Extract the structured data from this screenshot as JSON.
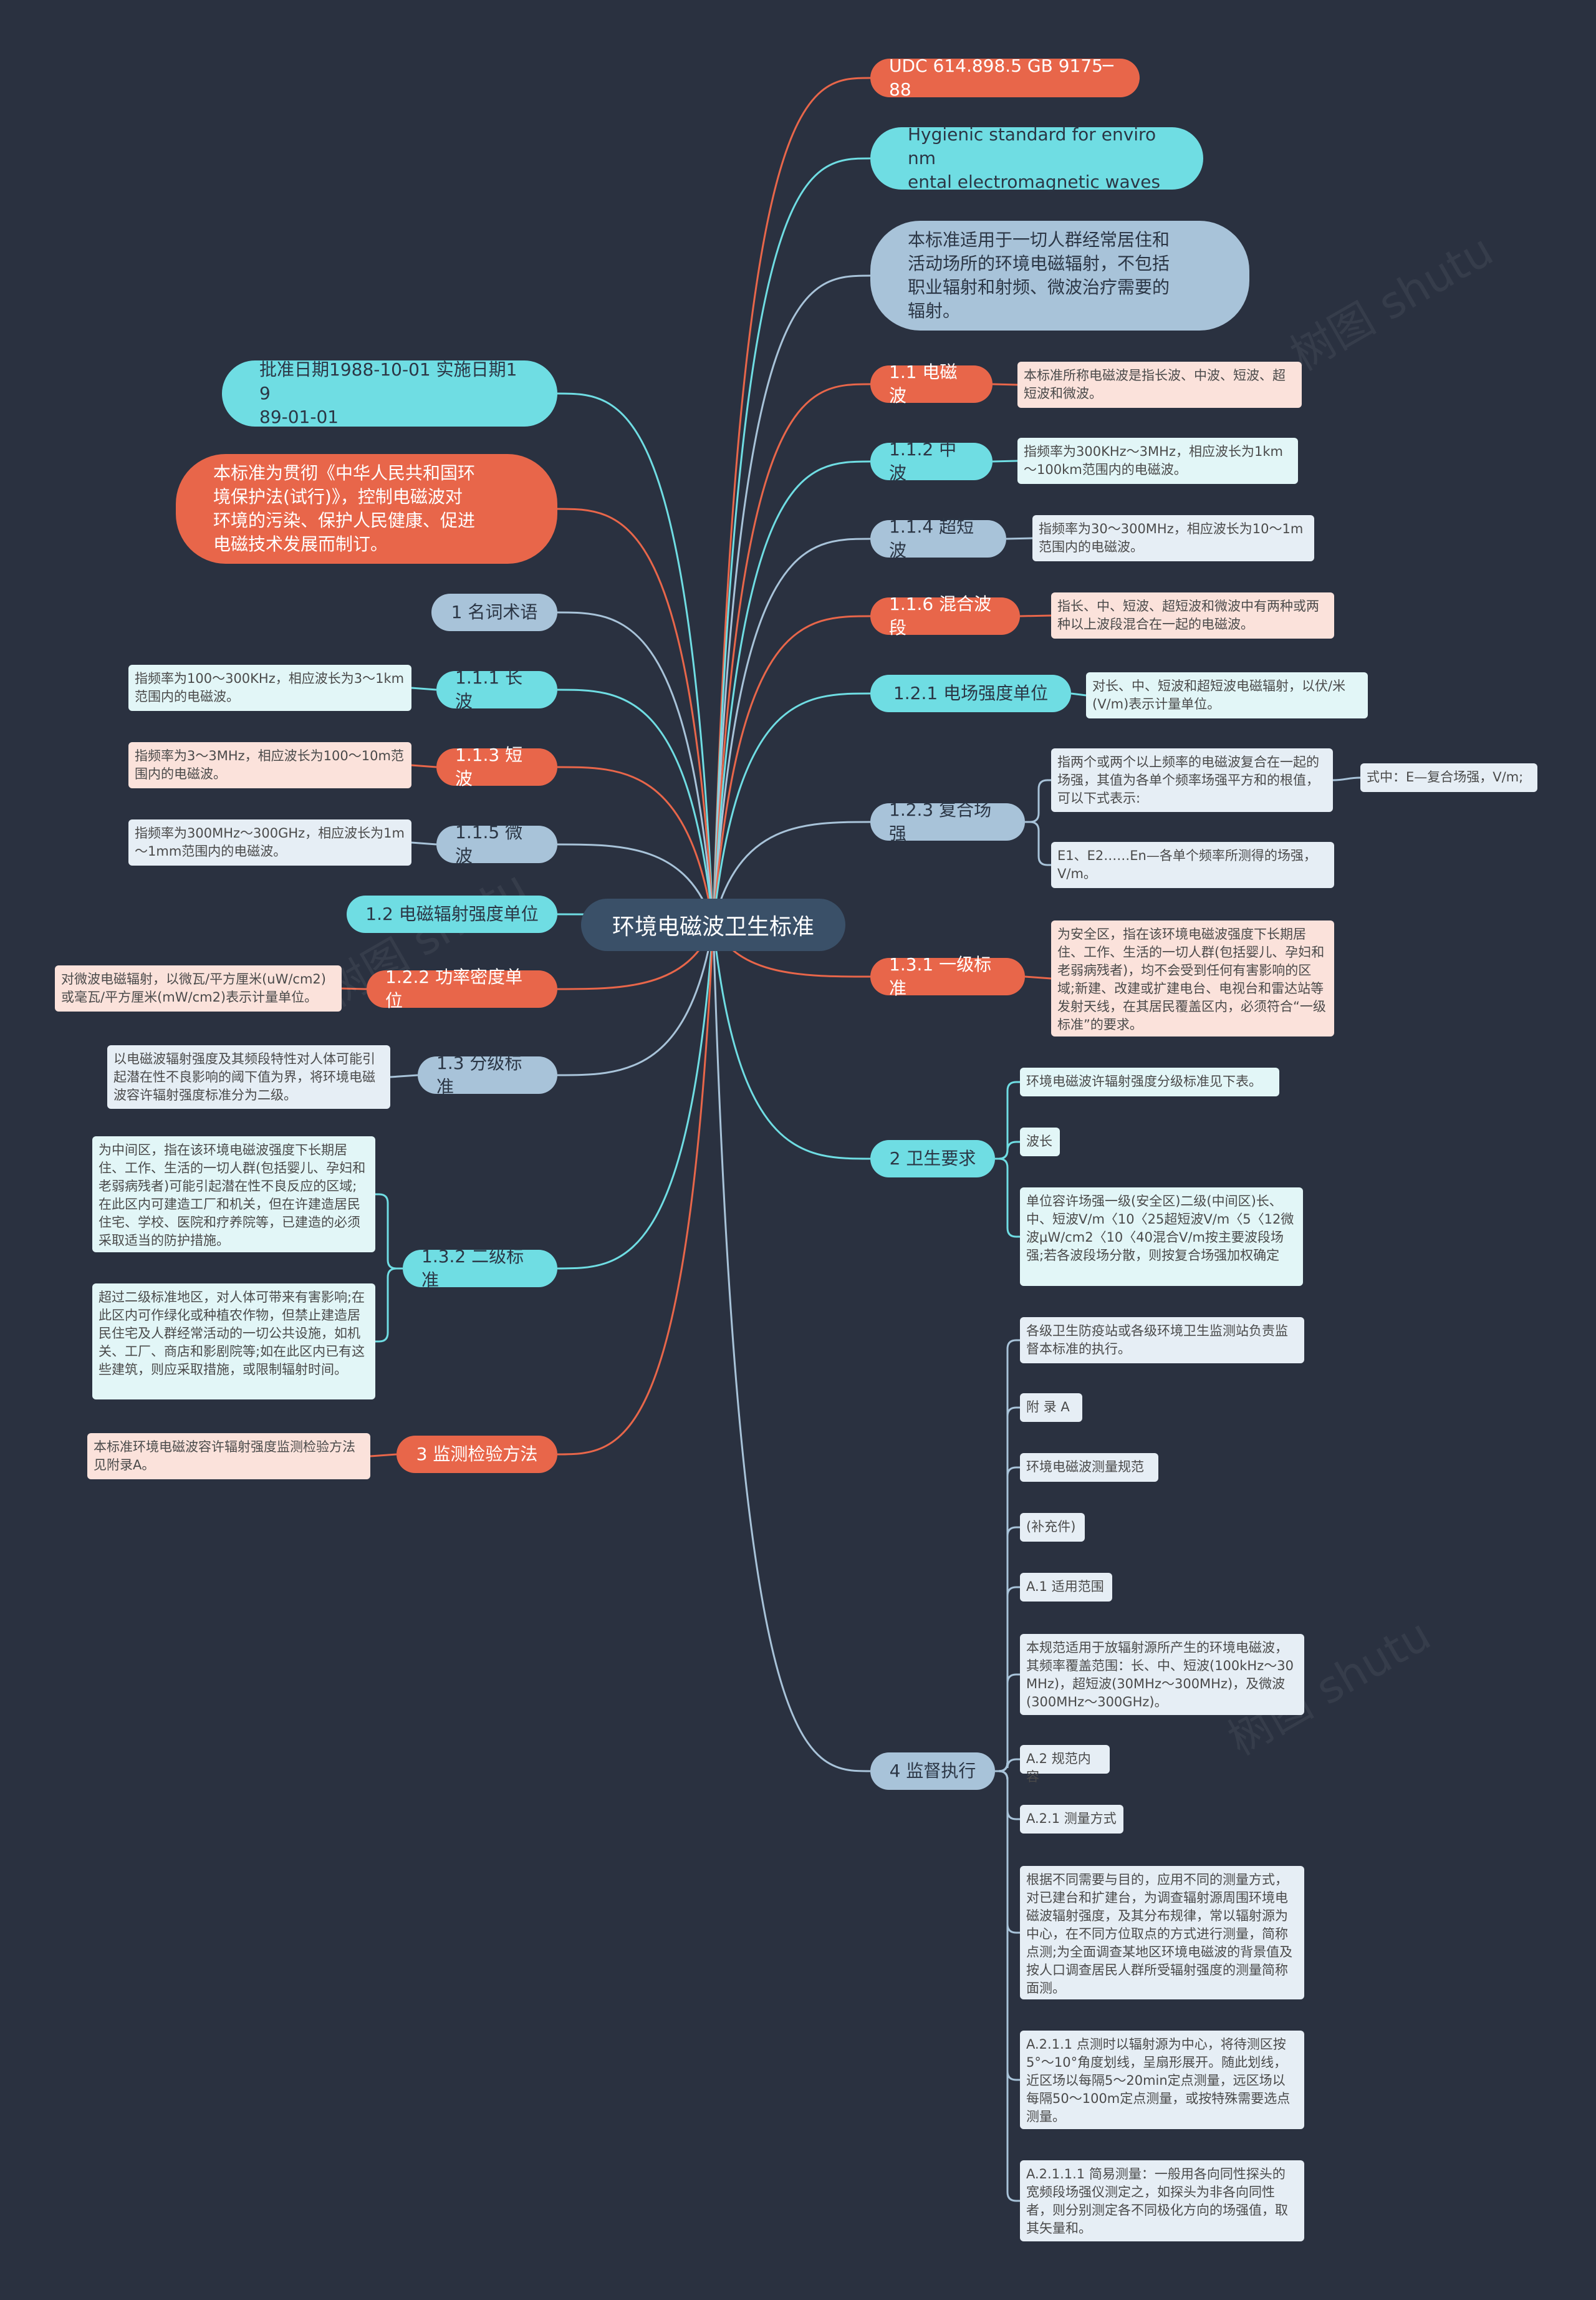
{
  "root": {
    "label": "环境电磁波卫生标准"
  },
  "colors": {
    "red": "#e8664a",
    "cyan": "#6fdde3",
    "blue": "#a8c3d9",
    "background": "#2a3140",
    "root": "#3a5068"
  },
  "right_branches": [
    {
      "label": "UDC 614.898.5 GB 9175─88",
      "color": "red",
      "children": []
    },
    {
      "label": "Hygienic standard for environm\nental electromagnetic waves",
      "color": "cyan",
      "children": []
    },
    {
      "label": "本标准适用于一切人群经常居住和\n活动场所的环境电磁辐射，不包括\n职业辐射和射频、微波治疗需要的\n辐射。",
      "color": "blue",
      "children": []
    },
    {
      "label": "1.1 电磁波",
      "color": "red",
      "children": [
        {
          "label": "本标准所称电磁波是指长波、中波、短波、超短波和微波。"
        }
      ]
    },
    {
      "label": "1.1.2 中波",
      "color": "cyan",
      "children": [
        {
          "label": "指频率为300KHz～3MHz，相应波长为1km～100km范围内的电磁波。"
        }
      ]
    },
    {
      "label": "1.1.4 超短波",
      "color": "blue",
      "children": [
        {
          "label": "指频率为30～300MHz，相应波长为10～1m范围内的电磁波。"
        }
      ]
    },
    {
      "label": "1.1.6 混合波段",
      "color": "red",
      "children": [
        {
          "label": "指长、中、短波、超短波和微波中有两种或两种以上波段混合在一起的电磁波。"
        }
      ]
    },
    {
      "label": "1.2.1 电场强度单位",
      "color": "cyan",
      "children": [
        {
          "label": "对长、中、短波和超短波电磁辐射，以伏/米(V/m)表示计量单位。"
        }
      ]
    },
    {
      "label": "1.2.3 复合场强",
      "color": "blue",
      "children": [
        {
          "label": "指两个或两个以上频率的电磁波复合在一起的场强，其值为各单个频率场强平方和的根值，可以下式表示:",
          "children": [
            {
              "label": "式中：E—复合场强，V/m;"
            }
          ]
        },
        {
          "label": "E1、E2……En—各单个频率所测得的场强，V/m。"
        }
      ]
    },
    {
      "label": "1.3.1 一级标准",
      "color": "red",
      "children": [
        {
          "label": "为安全区，指在该环境电磁波强度下长期居住、工作、生活的一切人群(包括婴儿、孕妇和老弱病残者)，均不会受到任何有害影响的区域;新建、改建或扩建电台、电视台和雷达站等发射天线，在其居民覆盖区内，必须符合“一级标准”的要求。"
        }
      ]
    },
    {
      "label": "2 卫生要求",
      "color": "cyan",
      "children": [
        {
          "label": "环境电磁波许辐射强度分级标准见下表。"
        },
        {
          "label": "波长"
        },
        {
          "label": "单位容许场强一级(安全区)二级(中间区)长、中、短波V/m〈10〈25超短波V/m〈5〈12微波μW/cm2〈10〈40混合V/m按主要波段场强;若各波段场分散，则按复合场强加权确定"
        }
      ]
    },
    {
      "label": "4 监督执行",
      "color": "blue",
      "children": [
        {
          "label": "各级卫生防疫站或各级环境卫生监测站负责监督本标准的执行。"
        },
        {
          "label": "附 录 A"
        },
        {
          "label": "环境电磁波测量规范"
        },
        {
          "label": "(补充件)"
        },
        {
          "label": "A.1 适用范围"
        },
        {
          "label": "本规范适用于放辐射源所产生的环境电磁波，其频率覆盖范围：长、中、短波(100kHz～30MHz)，超短波(30MHz～300MHz)，及微波(300MHz～300GHz)。"
        },
        {
          "label": "A.2 规范内容"
        },
        {
          "label": "A.2.1 测量方式"
        },
        {
          "label": "根据不同需要与目的，应用不同的测量方式，对已建台和扩建台，为调查辐射源周围环境电磁波辐射强度，及其分布规律，常以辐射源为中心，在不同方位取点的方式进行测量，简称点测;为全面调查某地区环境电磁波的背景值及按人口调查居民人群所受辐射强度的测量简称面测。"
        },
        {
          "label": "A.2.1.1 点测时以辐射源为中心，将待测区按5°～10°角度划线，呈扇形展开。随此划线，近区场以每隔5～20min定点测量，远区场以每隔50～100m定点测量，或按特殊需要选点测量。"
        },
        {
          "label": "A.2.1.1.1 简易测量：一般用各向同性探头的宽频段场强仪测定之，如探头为非各向同性者，则分别测定各不同极化方向的场强值，取其矢量和。"
        }
      ]
    }
  ],
  "left_branches": [
    {
      "label": "批准日期1988-10-01 实施日期19\n89-01-01",
      "color": "cyan",
      "children": []
    },
    {
      "label": "本标准为贯彻《中华人民共和国环\n境保护法(试行)》，控制电磁波对\n环境的污染、保护人民健康、促进\n电磁技术发展而制订。",
      "color": "red",
      "children": []
    },
    {
      "label": "1 名词术语",
      "color": "blue",
      "children": []
    },
    {
      "label": "1.1.1 长波",
      "color": "cyan",
      "children": [
        {
          "label": "指频率为100～300KHz，相应波长为3～1km范围内的电磁波。"
        }
      ]
    },
    {
      "label": "1.1.3 短波",
      "color": "red",
      "children": [
        {
          "label": "指频率为3～3MHz，相应波长为100～10m范围内的电磁波。"
        }
      ]
    },
    {
      "label": "1.1.5 微波",
      "color": "blue",
      "children": [
        {
          "label": "指频率为300MHz～300GHz，相应波长为1m～1mm范围内的电磁波。"
        }
      ]
    },
    {
      "label": "1.2 电磁辐射强度单位",
      "color": "cyan",
      "children": []
    },
    {
      "label": "1.2.2 功率密度单位",
      "color": "red",
      "children": [
        {
          "label": "对微波电磁辐射，以微瓦/平方厘米(uW/cm2)或毫瓦/平方厘米(mW/cm2)表示计量单位。"
        }
      ]
    },
    {
      "label": "1.3 分级标准",
      "color": "blue",
      "children": [
        {
          "label": "以电磁波辐射强度及其频段特性对人体可能引起潜在性不良影响的阈下值为界，将环境电磁波容许辐射强度标准分为二级。"
        }
      ]
    },
    {
      "label": "1.3.2 二级标准",
      "color": "cyan",
      "children": [
        {
          "label": "为中间区，指在该环境电磁波强度下长期居住、工作、生活的一切人群(包括婴儿、孕妇和老弱病残者)可能引起潜在性不良反应的区域;在此区内可建造工厂和机关，但在许建造居民住宅、学校、医院和疗养院等，已建造的必须采取适当的防护措施。"
        },
        {
          "label": "超过二级标准地区，对人体可带来有害影响;在此区内可作绿化或种植农作物，但禁止建造居民住宅及人群经常活动的一切公共设施，如机关、工厂、商店和影剧院等;如在此区内已有这些建筑，则应采取措施，或限制辐射时间。"
        }
      ]
    },
    {
      "label": "3 监测检验方法",
      "color": "red",
      "children": [
        {
          "label": "本标准环境电磁波容许辐射强度监测检验方法见附录A。"
        }
      ]
    }
  ]
}
